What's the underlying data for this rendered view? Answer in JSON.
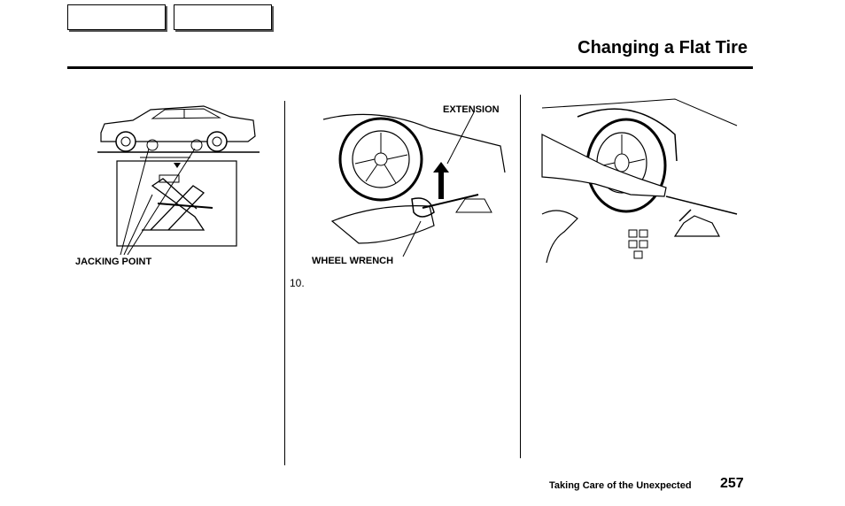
{
  "header": {
    "title": "Changing a Flat Tire",
    "nav_buttons": [
      "",
      ""
    ]
  },
  "figures": {
    "fig1": {
      "label": "JACKING POINT"
    },
    "fig2": {
      "label_top": "EXTENSION",
      "label_bottom": "WHEEL WRENCH"
    }
  },
  "body": {
    "step_number": "10."
  },
  "footer": {
    "section": "Taking Care of the Unexpected",
    "page_number": "257"
  }
}
